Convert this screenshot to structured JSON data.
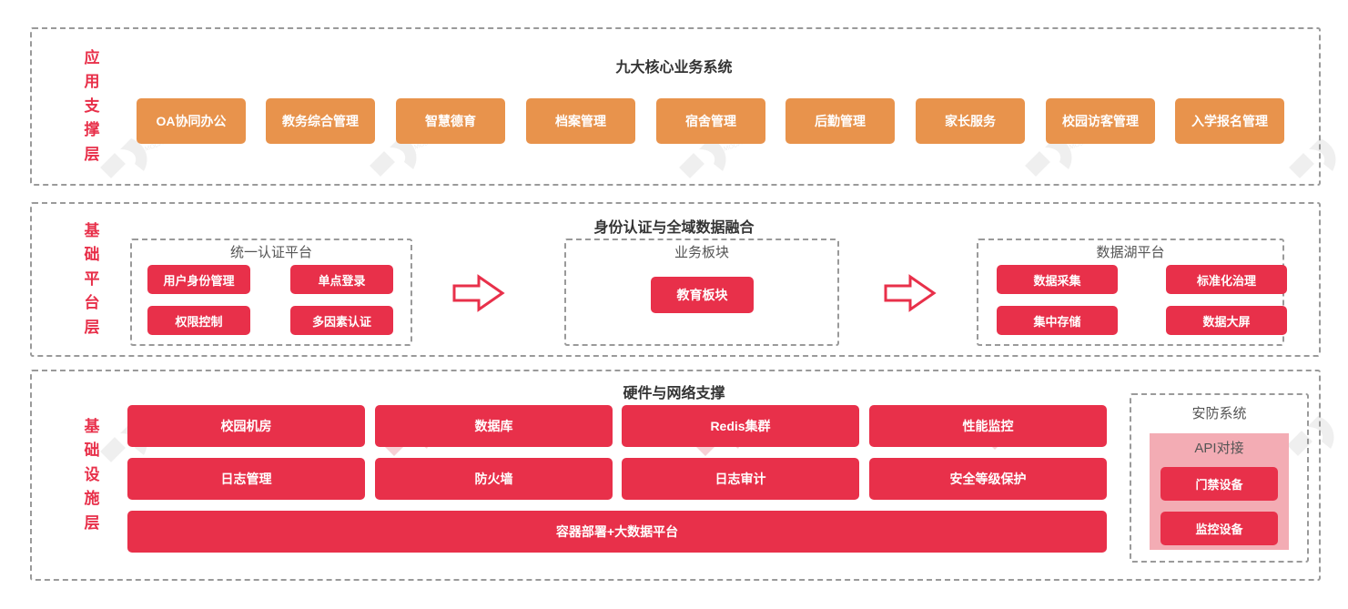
{
  "layers": [
    {
      "id": "application-support",
      "label": "应用支撑层",
      "label_chars": [
        "应",
        "用",
        "支",
        "撑",
        "层"
      ],
      "title": "九大核心业务系统",
      "items": [
        {
          "label": "OA协同办公"
        },
        {
          "label": "教务综合管理"
        },
        {
          "label": "智慧德育"
        },
        {
          "label": "档案管理"
        },
        {
          "label": "宿舍管理"
        },
        {
          "label": "后勤管理"
        },
        {
          "label": "家长服务"
        },
        {
          "label": "校园访客管理"
        },
        {
          "label": "入学报名管理"
        }
      ]
    },
    {
      "id": "base-platform",
      "label": "基础平台层",
      "label_chars": [
        "基",
        "础",
        "平",
        "台",
        "层"
      ],
      "title": "身份认证与全域数据融合",
      "groups": [
        {
          "title": "统一认证平台",
          "items": [
            "用户身份管理",
            "单点登录",
            "权限控制",
            "多因素认证"
          ]
        },
        {
          "title": "业务板块",
          "items": [
            "教育板块"
          ]
        },
        {
          "title": "数据湖平台",
          "items": [
            "数据采集",
            "标准化治理",
            "集中存储",
            "数据大屏"
          ]
        }
      ],
      "arrows": [
        "flow-arrow-right",
        "flow-arrow-right"
      ]
    },
    {
      "id": "infrastructure",
      "label": "基础设施层",
      "label_chars": [
        "基",
        "础",
        "设",
        "施",
        "层"
      ],
      "title": "硬件与网络支撑",
      "items": [
        "校园机房",
        "数据库",
        "Redis集群",
        "性能监控",
        "日志管理",
        "防火墙",
        "日志审计",
        "安全等级保护"
      ],
      "wide_item": "容器部署+大数据平台",
      "security": {
        "title": "安防系统",
        "api_title": "API对接",
        "items": [
          "门禁设备",
          "监控设备"
        ]
      }
    }
  ],
  "colors": {
    "orange": "#e8934c",
    "red": "#e8304a",
    "pink": "#f3acb4",
    "dashed_border": "#9a9a9a",
    "title_text": "#333333",
    "group_title_text": "#555555",
    "layer_label_text": "#e8304a",
    "background": "#ffffff"
  },
  "watermark": {
    "text": "MODAO.CC"
  }
}
